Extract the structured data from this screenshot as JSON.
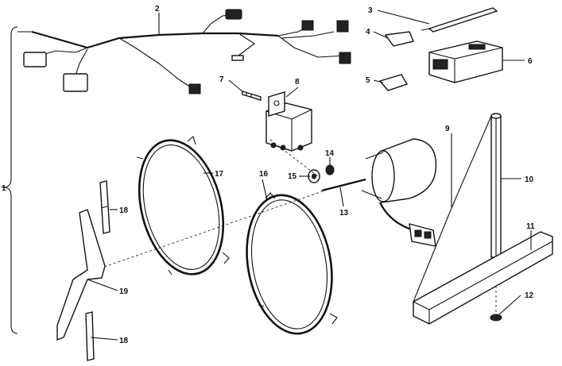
{
  "callouts": {
    "n1": "1",
    "n2": "2",
    "n3": "3",
    "n4": "4",
    "n5": "5",
    "n6": "6",
    "n7": "7",
    "n8": "8",
    "n9": "9",
    "n10": "10",
    "n11": "11",
    "n12": "12",
    "n13": "13",
    "n14": "14",
    "n15": "15",
    "n16": "16",
    "n17": "17",
    "n18a": "18",
    "n18b": "18",
    "n19": "19"
  }
}
